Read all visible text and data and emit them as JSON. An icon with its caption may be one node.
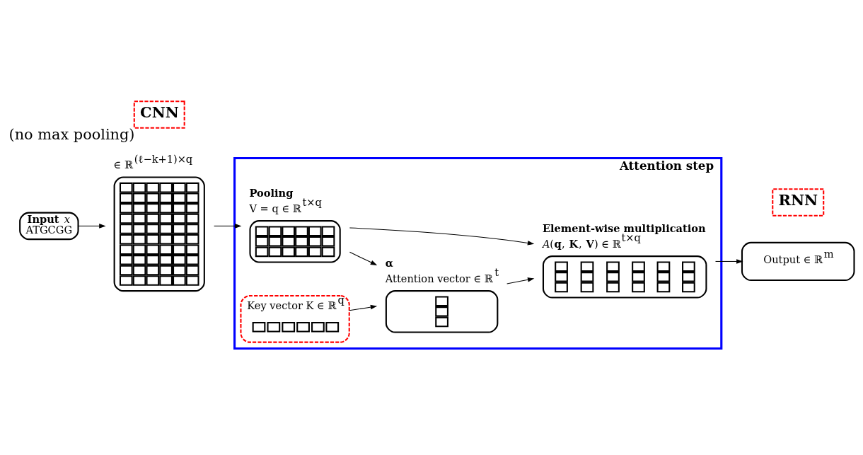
{
  "diagram": {
    "nodes": [
      {
        "text": [
          "Attention step"
        ]
      },
      {
        "text": [
          "**Input** *x*",
          "ATGCGG"
        ]
      },
      {
        "text": [
          "CNN"
        ],
        "beside": [
          "(no max pooling)"
        ]
      },
      {
        "text": [
          "∈ ℝ$^{(ℓ−k+1)×q}$"
        ]
      },
      {
        "text": [
          "Pooling",
          "V = q ∈ ℝ$^{t×q}$"
        ],
        "in": 0
      },
      {
        "text": [
          "Key vector K ∈ ℝ$^{q}$"
        ],
        "in": 0
      },
      {
        "text": [
          "α",
          "Attention vector ∈ ℝ$^{t}$"
        ],
        "in": 0
      },
      {
        "text": [
          "Element-wise multiplication",
          "*A*(**q**, **K**, **V**) ∈ ℝ$^{t×q}$"
        ],
        "in": 0
      },
      {
        "text": [
          "RNN"
        ]
      },
      {
        "text": [
          "Output ∈ ℝ$^{m}$"
        ]
      }
    ],
    "edges": [
      {
        "from": 1,
        "to": 3,
        "arrow": "to"
      },
      {
        "from": 3,
        "to": 4,
        "arrow": "to"
      },
      {
        "from": 4,
        "to": 6,
        "arrow": "to"
      },
      {
        "from": 5,
        "to": 6,
        "arrow": "to"
      },
      {
        "from": 6,
        "to": 7,
        "arrow": "to"
      },
      {
        "from": 4,
        "to": 7,
        "arrow": "to"
      },
      {
        "from": 7,
        "to": 9,
        "arrow": "to"
      }
    ]
  }
}
